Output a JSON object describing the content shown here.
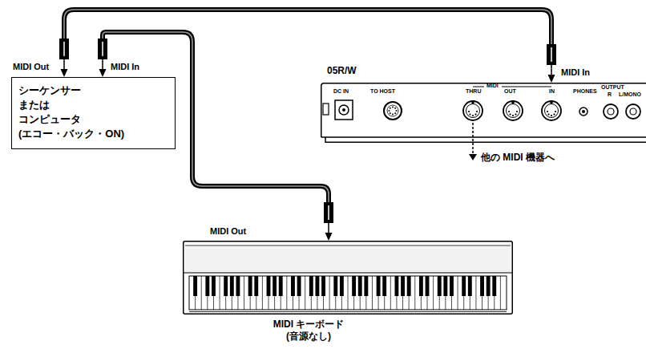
{
  "diagram": {
    "nodes": [
      {
        "text": [
          "シーケンサー または コンピュータ (エコー・バック・ON)"
        ]
      },
      {
        "text": [
          "05R/W",
          "DC IN",
          "TO HOST",
          "THRU",
          "MIDI",
          "OUT",
          "IN",
          "PHONES",
          "OUTPUT",
          "R",
          "L/MONO"
        ]
      },
      {
        "text": [
          "MIDI キーボード (音源なし)"
        ]
      }
    ],
    "edges": [
      {
        "from": 0,
        "to": 1,
        "arrow": "both"
      },
      {
        "from": 2,
        "to": 0,
        "arrow": "both"
      }
    ],
    "labels": [
      "MIDI Out",
      "MIDI In",
      "MIDI In",
      "MIDI Out",
      "他の MIDI 機器へ"
    ]
  }
}
